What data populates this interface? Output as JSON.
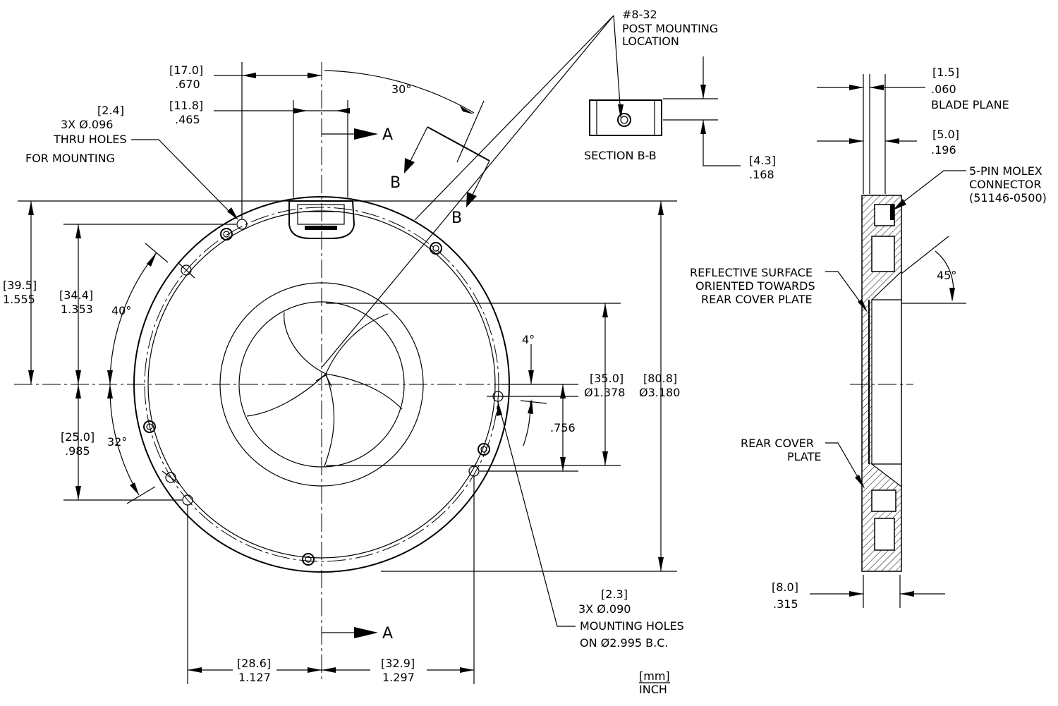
{
  "title": "",
  "units_legend": {
    "top": "[mm]",
    "bottom": "INCH"
  },
  "dimensions": {
    "top_width_outer": {
      "mm": "[17.0]",
      "inch": ".670"
    },
    "top_width_inner": {
      "mm": "[11.8]",
      "inch": ".465"
    },
    "angle_top": "30°",
    "left_outer_height": {
      "mm": "[39.5]",
      "inch": "1.555"
    },
    "left_inner_height": {
      "mm": "[34.4]",
      "inch": "1.353"
    },
    "angle_left_upper": "40°",
    "left_lower_height": {
      "mm": "[25.0]",
      "inch": ".985"
    },
    "angle_left_lower": "32°",
    "aperture_dia": {
      "mm": "[35.0]",
      "inch": "Ø1.378"
    },
    "outer_dia": {
      "mm": "[80.8]",
      "inch": "Ø3.180"
    },
    "angle_right": "4°",
    "offset_right": ".756",
    "bottom_left": {
      "mm": "[28.6]",
      "inch": "1.127"
    },
    "bottom_right": {
      "mm": "[32.9]",
      "inch": "1.297"
    },
    "section_b_height": {
      "mm": "[4.3]",
      "inch": ".168"
    },
    "blade_plane": {
      "mm": "[1.5]",
      "inch": ".060",
      "label": "BLADE PLANE"
    },
    "side_5mm": {
      "mm": "[5.0]",
      "inch": ".196"
    },
    "side_thickness": {
      "mm": "[8.0]",
      "inch": ".315"
    },
    "angle_side": "45°"
  },
  "callouts": {
    "thru_holes": [
      "[2.4]",
      "3X Ø.096",
      "THRU HOLES",
      "FOR MOUNTING"
    ],
    "post_mount": [
      "#8-32",
      "POST MOUNTING",
      "LOCATION"
    ],
    "mounting_holes": [
      "[2.3]",
      "3X Ø.090",
      "MOUNTING HOLES",
      "ON Ø2.995 B.C."
    ],
    "molex": [
      "5-PIN MOLEX",
      "CONNECTOR",
      "(51146-0500)"
    ],
    "reflective": [
      "REFLECTIVE  SURFACE",
      "ORIENTED TOWARDS",
      "REAR COVER PLATE"
    ],
    "rear_cover": [
      "REAR COVER",
      "PLATE"
    ]
  },
  "section_labels": {
    "section_bb": "SECTION B-B",
    "a_top": "A",
    "a_bottom": "A",
    "b_left": "B",
    "b_right": "B"
  }
}
